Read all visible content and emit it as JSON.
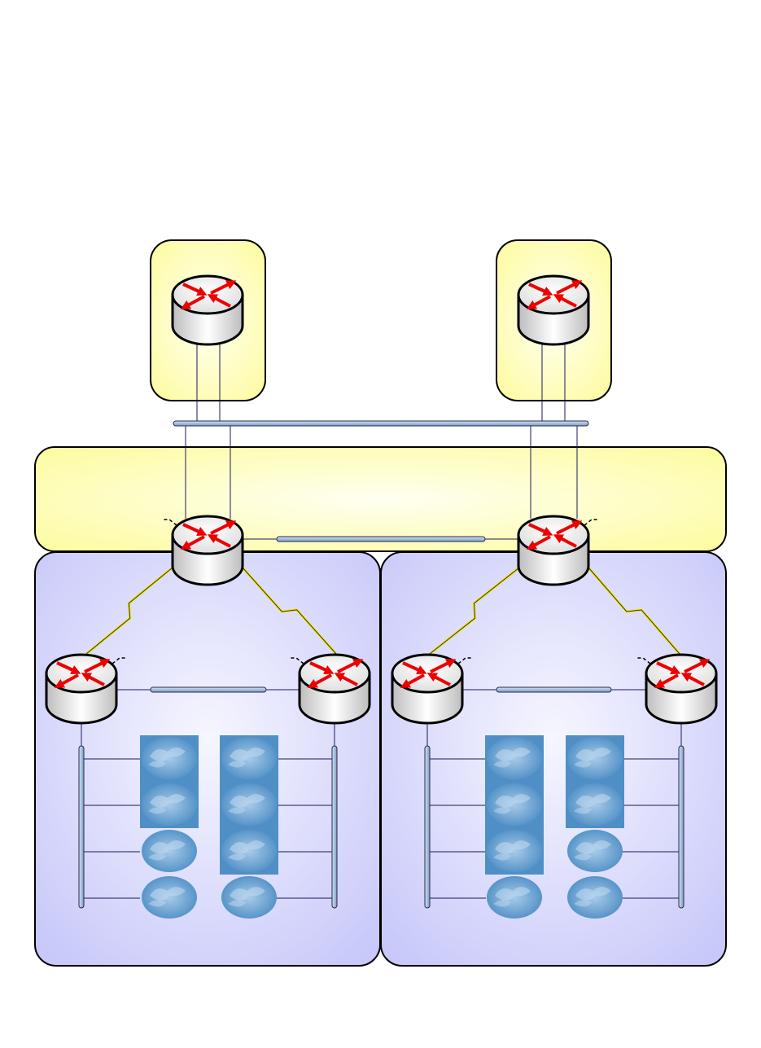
{
  "diagram": {
    "type": "network-topology",
    "colors": {
      "core_zone_fill": "#fdfca4",
      "core_zone_center": "#fffff0",
      "area_zone_fill": "#c9c9fb",
      "area_zone_center": "#f4f4ff",
      "router_body": "#e8e8e8",
      "router_arrow": "#ee0000",
      "link_line": "#1a1a5a",
      "bus_fill": "#a9c4e0",
      "serial_link": "#f2e600",
      "cloud_fill": "#4f8fc6"
    },
    "zones": [
      {
        "id": "top-left-zone",
        "kind": "core"
      },
      {
        "id": "top-right-zone",
        "kind": "core"
      },
      {
        "id": "backbone-zone",
        "kind": "core"
      },
      {
        "id": "left-area-zone",
        "kind": "area"
      },
      {
        "id": "right-area-zone",
        "kind": "area"
      }
    ],
    "routers": [
      {
        "id": "r-top-left",
        "zone": "top-left-zone"
      },
      {
        "id": "r-top-right",
        "zone": "top-right-zone"
      },
      {
        "id": "r-backbone-left",
        "zone": "backbone-zone"
      },
      {
        "id": "r-backbone-right",
        "zone": "backbone-zone"
      },
      {
        "id": "r-left-a",
        "zone": "left-area-zone"
      },
      {
        "id": "r-left-b",
        "zone": "left-area-zone"
      },
      {
        "id": "r-right-a",
        "zone": "right-area-zone"
      },
      {
        "id": "r-right-b",
        "zone": "right-area-zone"
      }
    ],
    "segments": [
      {
        "id": "top-bus",
        "kind": "ethernet-bus"
      },
      {
        "id": "backbone-bus",
        "kind": "ethernet-bus"
      },
      {
        "id": "left-area-bus",
        "kind": "ethernet-bus"
      },
      {
        "id": "right-area-bus",
        "kind": "ethernet-bus"
      },
      {
        "id": "left-a-lan",
        "kind": "ethernet-bus"
      },
      {
        "id": "left-b-lan",
        "kind": "ethernet-bus"
      },
      {
        "id": "right-a-lan",
        "kind": "ethernet-bus"
      },
      {
        "id": "right-b-lan",
        "kind": "ethernet-bus"
      }
    ],
    "serial_links": [
      {
        "from": "r-backbone-left",
        "to": "r-left-a"
      },
      {
        "from": "r-backbone-left",
        "to": "r-left-b"
      },
      {
        "from": "r-backbone-right",
        "to": "r-right-a"
      },
      {
        "from": "r-backbone-right",
        "to": "r-right-b"
      }
    ],
    "cloud_stacks": [
      {
        "lan": "left-a-lan",
        "count": 4
      },
      {
        "lan": "left-b-lan",
        "count": 4
      },
      {
        "lan": "right-a-lan",
        "count": 4
      },
      {
        "lan": "right-b-lan",
        "count": 4
      }
    ]
  }
}
